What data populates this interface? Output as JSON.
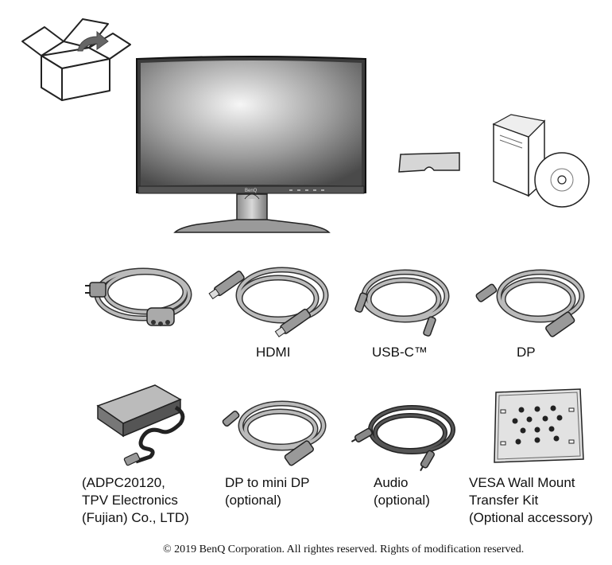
{
  "monitor": {
    "brand": "BenQ"
  },
  "labels": {
    "hdmi": "HDMI",
    "usbc": "USB-C™",
    "dp": "DP",
    "adapter": "(ADPC20120,\nTPV Electronics\n(Fujian) Co., LTD)",
    "dp_mini": "DP to mini DP\n(optional)",
    "audio": "Audio\n(optional)",
    "vesa": "VESA Wall Mount\nTransfer Kit\n(Optional accessory)"
  },
  "footer": {
    "copyright": "© 2019 BenQ Corporation. All rightes reserved. Rights of modification reserved."
  }
}
